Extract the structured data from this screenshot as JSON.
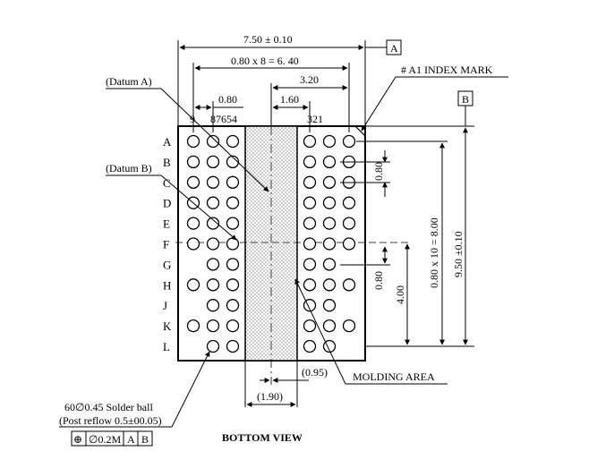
{
  "title": "BOTTOM VIEW",
  "dimensions": {
    "total_width": "7.50 ± 0.10",
    "pitch_span": "0.80 x 8 = 6. 40",
    "half_span": "3.20",
    "molding_half": "1.60",
    "pitch_x": "0.80",
    "pitch_y": "0.80",
    "pitch_y_lower": "0.80",
    "half_height": "4.00",
    "rows_span": "0.80 x 10 = 8.00",
    "total_height": "9.50 ±0.10",
    "molding_width": "(1.90)",
    "molding_offset": "(0.95)"
  },
  "labels": {
    "datum_a": "(Datum A)",
    "datum_b": "(Datum B)",
    "a1_index": "# A1 INDEX MARK",
    "molding_area": "MOLDING AREA",
    "solder_ball_1": "60∅0.45 Solder ball",
    "solder_ball_2": "(Post reflow 0.5±00.05)",
    "datum_box_a": "A",
    "datum_box_b": "B"
  },
  "tolerance_frame": [
    "⊕",
    "∅0.2M",
    "A",
    "B"
  ],
  "columns_left": [
    "9",
    "87654"
  ],
  "columns_right": "321",
  "rows": [
    "A",
    "B",
    "C",
    "D",
    "E",
    "F",
    "G",
    "H",
    "J",
    "K",
    "L"
  ],
  "ball_map": {
    "A": [
      1,
      1,
      1,
      0,
      0,
      0,
      1,
      1,
      1
    ],
    "B": [
      1,
      1,
      1,
      0,
      0,
      0,
      1,
      1,
      1
    ],
    "C": [
      1,
      1,
      1,
      0,
      0,
      0,
      1,
      1,
      1
    ],
    "D": [
      1,
      1,
      1,
      0,
      0,
      0,
      1,
      1,
      1
    ],
    "E": [
      1,
      1,
      1,
      0,
      0,
      0,
      1,
      1,
      1
    ],
    "F": [
      1,
      1,
      1,
      0,
      0,
      0,
      1,
      1,
      1
    ],
    "G": [
      0,
      1,
      1,
      0,
      0,
      0,
      1,
      1,
      0
    ],
    "H": [
      1,
      1,
      1,
      0,
      0,
      0,
      1,
      1,
      1
    ],
    "J": [
      0,
      1,
      1,
      0,
      0,
      0,
      1,
      1,
      0
    ],
    "K": [
      1,
      1,
      1,
      0,
      0,
      0,
      1,
      1,
      1
    ],
    "L": [
      0,
      1,
      1,
      0,
      0,
      0,
      1,
      1,
      0
    ]
  }
}
